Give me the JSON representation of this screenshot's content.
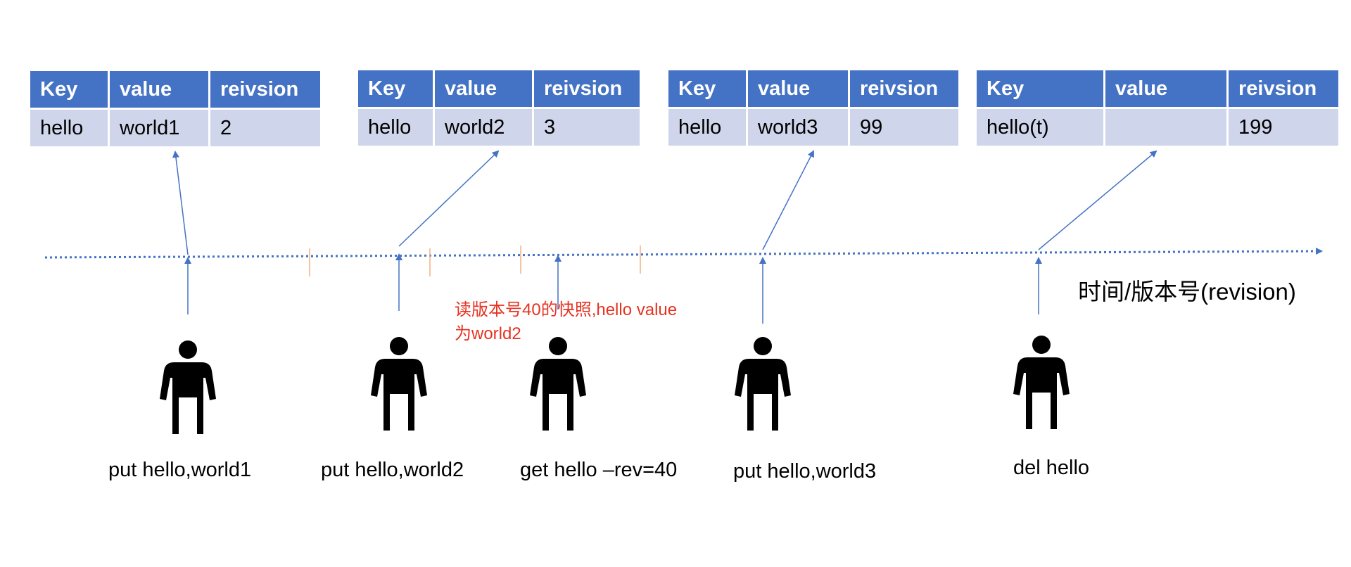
{
  "colors": {
    "header": "#4472c4",
    "row": "#cfd5ea",
    "arrow": "#4472c4",
    "tick": "#f4b183",
    "note": "#e63322",
    "person": "#000000"
  },
  "tables": [
    {
      "headers": [
        "Key",
        "value",
        "reivsion"
      ],
      "row": [
        "hello",
        "world1",
        "2"
      ]
    },
    {
      "headers": [
        "Key",
        "value",
        "reivsion"
      ],
      "row": [
        "hello",
        "world2",
        "3"
      ]
    },
    {
      "headers": [
        "Key",
        "value",
        "reivsion"
      ],
      "row": [
        "hello",
        "world3",
        "99"
      ]
    },
    {
      "headers": [
        "Key",
        "value",
        "reivsion"
      ],
      "row": [
        "hello(t)",
        "",
        "199"
      ]
    }
  ],
  "operations": [
    {
      "label": "put hello,world1",
      "icon": "person-icon"
    },
    {
      "label": "put hello,world2",
      "icon": "person-icon"
    },
    {
      "label": "get hello –rev=40",
      "icon": "person-icon"
    },
    {
      "label": "put hello,world3",
      "icon": "person-icon"
    },
    {
      "label": "del hello",
      "icon": "person-icon"
    }
  ],
  "axis": {
    "label": "时间/版本号(revision)"
  },
  "note": {
    "line1": "读版本号40的快照,hello value",
    "line2": "为world2"
  }
}
